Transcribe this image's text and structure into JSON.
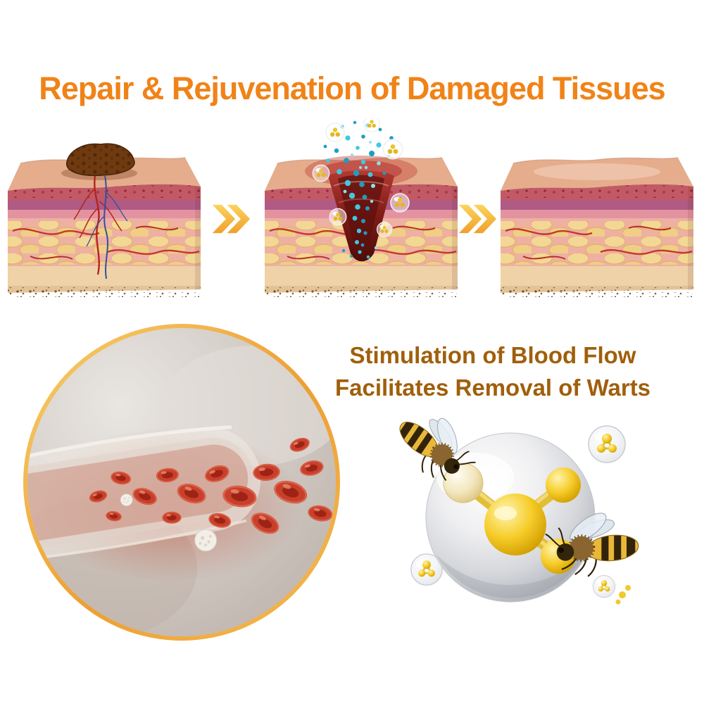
{
  "headline": {
    "text": "Repair & Rejuvenation of Damaged Tissues",
    "color": "#F08318"
  },
  "caption": {
    "line1": "Stimulation of Blood Flow",
    "line2": "Facilitates Removal of Warts",
    "color": "#A05F0B"
  },
  "process": {
    "stages": [
      {
        "id": "stage-1",
        "illustration": "skin-cross-section-with-dark-wart-and-vessels"
      },
      {
        "id": "stage-2",
        "illustration": "skin-cross-section-wound-with-healing-particles"
      },
      {
        "id": "stage-3",
        "illustration": "skin-cross-section-healed-smooth"
      }
    ],
    "arrow_icon": "double-chevron-right",
    "arrow_color": "#F5B93F"
  },
  "illustrations": {
    "blood_flow": {
      "icon": "blood-vessel-with-red-blood-cells",
      "ring_color": "#EFA93C"
    },
    "bee_molecule": {
      "icon": "bees-with-molecule-sphere",
      "molecule_color": "#F6CD2A"
    }
  }
}
